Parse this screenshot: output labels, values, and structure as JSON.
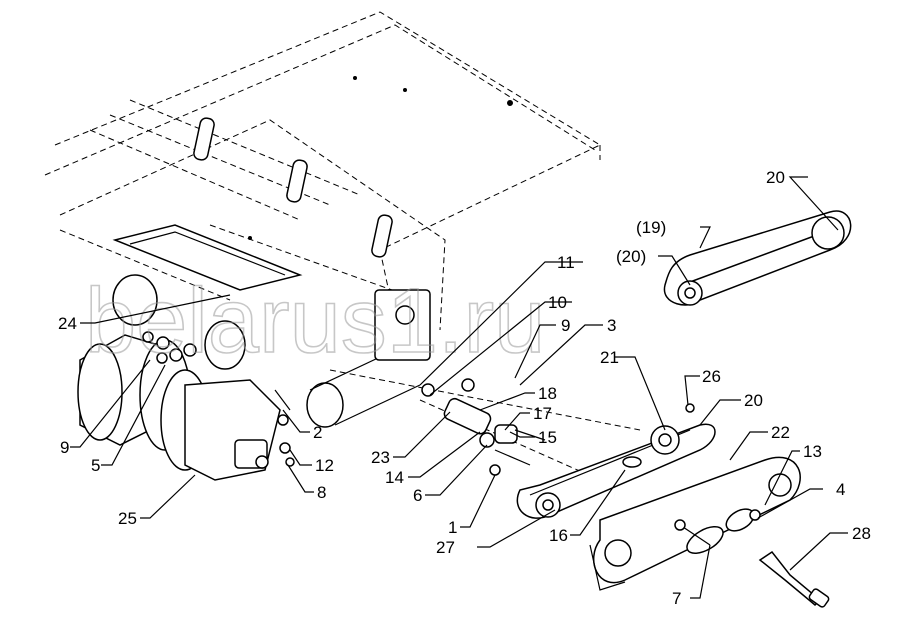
{
  "watermark": "belarus1.ru",
  "labels": {
    "l1": "1",
    "l2": "2",
    "l3": "3",
    "l4": "4",
    "l5": "5",
    "l6": "6",
    "l7": "7",
    "l8": "8",
    "l9a": "9",
    "l9b": "9",
    "l10": "10",
    "l11": "11",
    "l12": "12",
    "l13": "13",
    "l14": "14",
    "l15": "15",
    "l16": "16",
    "l17": "17",
    "l18": "18",
    "l19": "(19)",
    "l20a": "20",
    "l20b": "(20)",
    "l20c": "20",
    "l21": "21",
    "l22": "22",
    "l23": "23",
    "l24": "24",
    "l25": "25",
    "l26": "26",
    "l27": "27",
    "l28": "28"
  }
}
